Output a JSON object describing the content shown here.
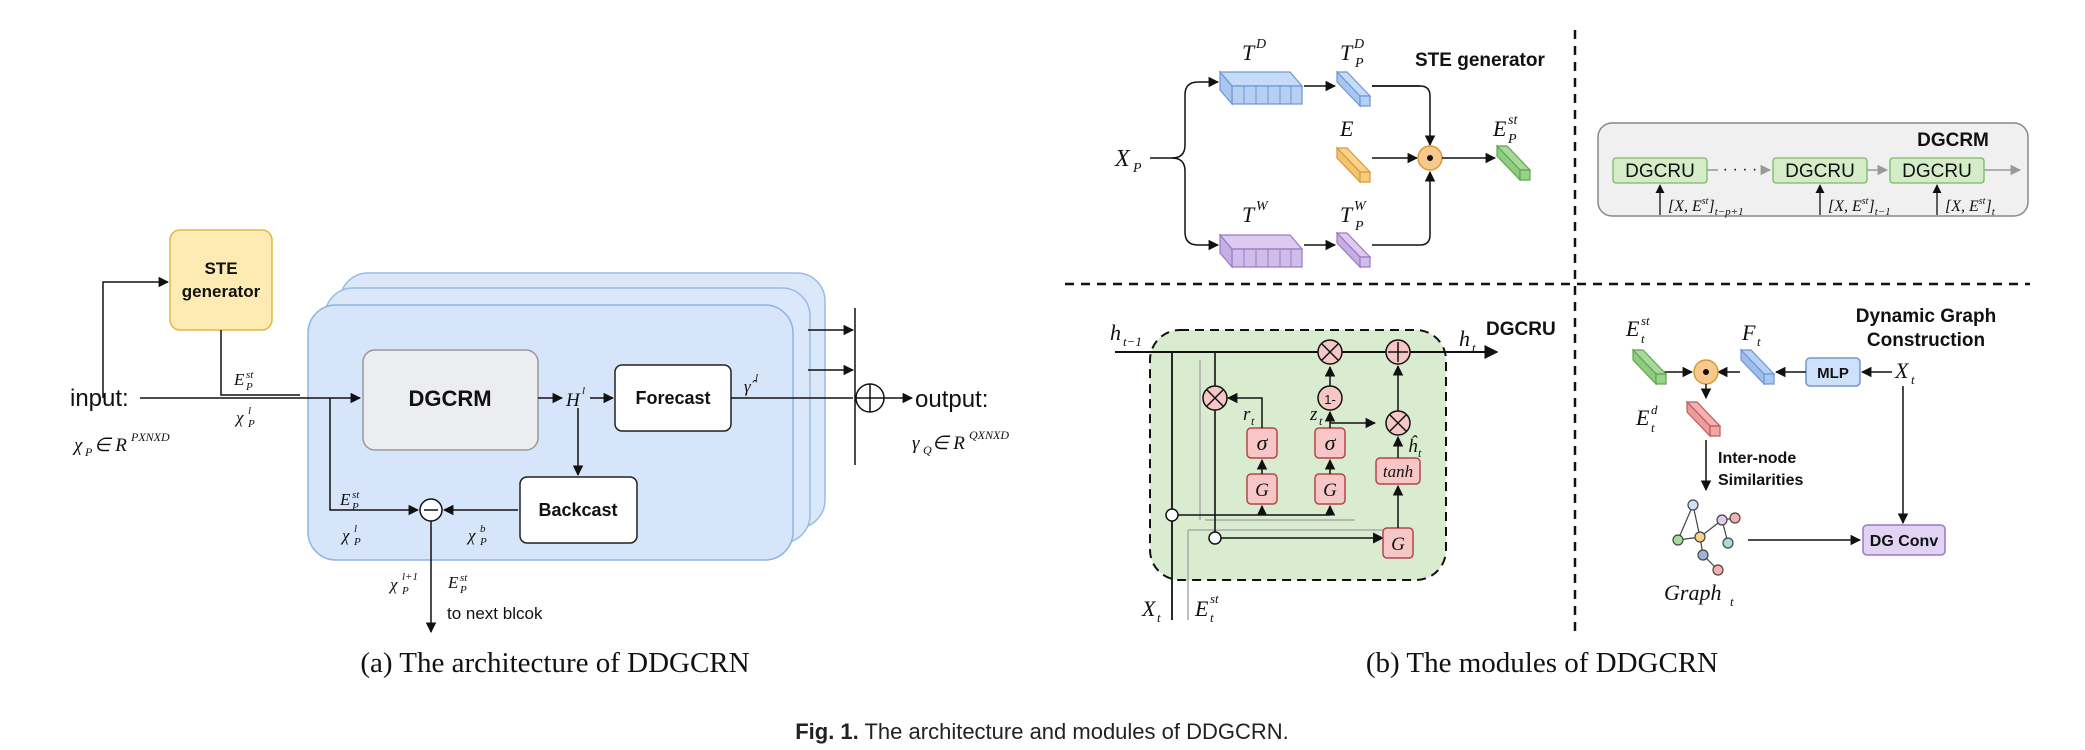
{
  "panel_a": {
    "caption": "(a)  The architecture of DDGCRN",
    "blocks": {
      "ste_generator": [
        "STE",
        "generator"
      ],
      "dgcrm": "DGCRM",
      "forecast": "Forecast",
      "backcast": "Backcast"
    },
    "labels": {
      "input": "input:",
      "output": "output:",
      "input_space_left": "χ",
      "input_space_sub": "P",
      "input_space_mid": " ∈ R",
      "input_space_sup": "PXNXD",
      "output_space_left": "γ",
      "output_space_sub": "Q",
      "output_space_mid": " ∈ R",
      "output_space_sup": "QXNXD",
      "to_next_block": "to next blcok",
      "e_st": "E",
      "e_st_sup": "st",
      "e_st_sub": "P",
      "chi": "χ",
      "chi_sub": "P",
      "sup_l": "l",
      "sup_b": "b",
      "sup_l1": "l+1",
      "H": "H",
      "gamma_hat": "γ̂"
    }
  },
  "panel_b": {
    "caption": "(b)  The modules of DDGCRN",
    "ste": {
      "title": "STE generator",
      "TD": "T",
      "TD_sup": "D",
      "TPD": "T",
      "TPD_sub": "P",
      "TPD_sup": "D",
      "E": "E",
      "TW": "T",
      "TW_sup": "W",
      "TPW": "T",
      "TPW_sub": "P",
      "TPW_sup": "W",
      "XP": "X",
      "XP_sub": "P",
      "EPst": "E",
      "EPst_sub": "P",
      "EPst_sup": "st"
    },
    "dgcrm": {
      "title": "DGCRM",
      "cell_label": "DGCRU",
      "dots": "· · · ·",
      "inputs": [
        {
          "main": "[X, E",
          "sup": "st",
          "close": "]",
          "sub": "t−p+1"
        },
        {
          "main": "[X, E",
          "sup": "st",
          "close": "]",
          "sub": "t−1"
        },
        {
          "main": "[X, E",
          "sup": "st",
          "close": "]",
          "sub": "t"
        }
      ]
    },
    "dgcru": {
      "title": "DGCRU",
      "h_prev": "h",
      "h_prev_sub": "t−1",
      "h_t": "h",
      "h_t_sub": "t",
      "x_t": "X",
      "x_t_sub": "t",
      "e_t": "E",
      "e_t_sub": "t",
      "e_t_sup": "st",
      "r_t": "r",
      "r_t_sub": "t",
      "z_t": "z",
      "z_t_sub": "t",
      "h_hat": "ĥ",
      "h_hat_sub": "t",
      "sigma": "σ",
      "G": "G",
      "tanh": "tanh",
      "one_minus": "1-"
    },
    "graph": {
      "title": [
        "Dynamic Graph",
        "Construction"
      ],
      "mlp": "MLP",
      "dgconv": "DG Conv",
      "similarity": [
        "Inter-node",
        "Similarities"
      ],
      "graph_label": "Graph",
      "graph_sub": "t",
      "e_st": "E",
      "e_st_sub": "t",
      "e_st_sup": "st",
      "f_t": "F",
      "f_t_sub": "t",
      "x_t": "X",
      "x_t_sub": "t",
      "e_d": "E",
      "e_d_sub": "t",
      "e_d_sup": "d"
    }
  },
  "figure_caption": {
    "label": "Fig. 1.",
    "text": " The architecture and modules of DDGCRN."
  },
  "colors": {
    "ste_fill": "#fdebb3",
    "ste_stroke": "#e0b84a",
    "block_blue": "#dbe8fa",
    "block_blue_stroke": "#8fb3e3",
    "dgcrm_fill": "#ecedf0",
    "green_panel": "#d9ecd0",
    "gate_pink": "#f7c7c7",
    "gate_stroke": "#b34747",
    "orange_dot": "#f9c88b",
    "mlp_blue": "#cfe0fb",
    "dgconv_purple": "#e2d3f3"
  }
}
